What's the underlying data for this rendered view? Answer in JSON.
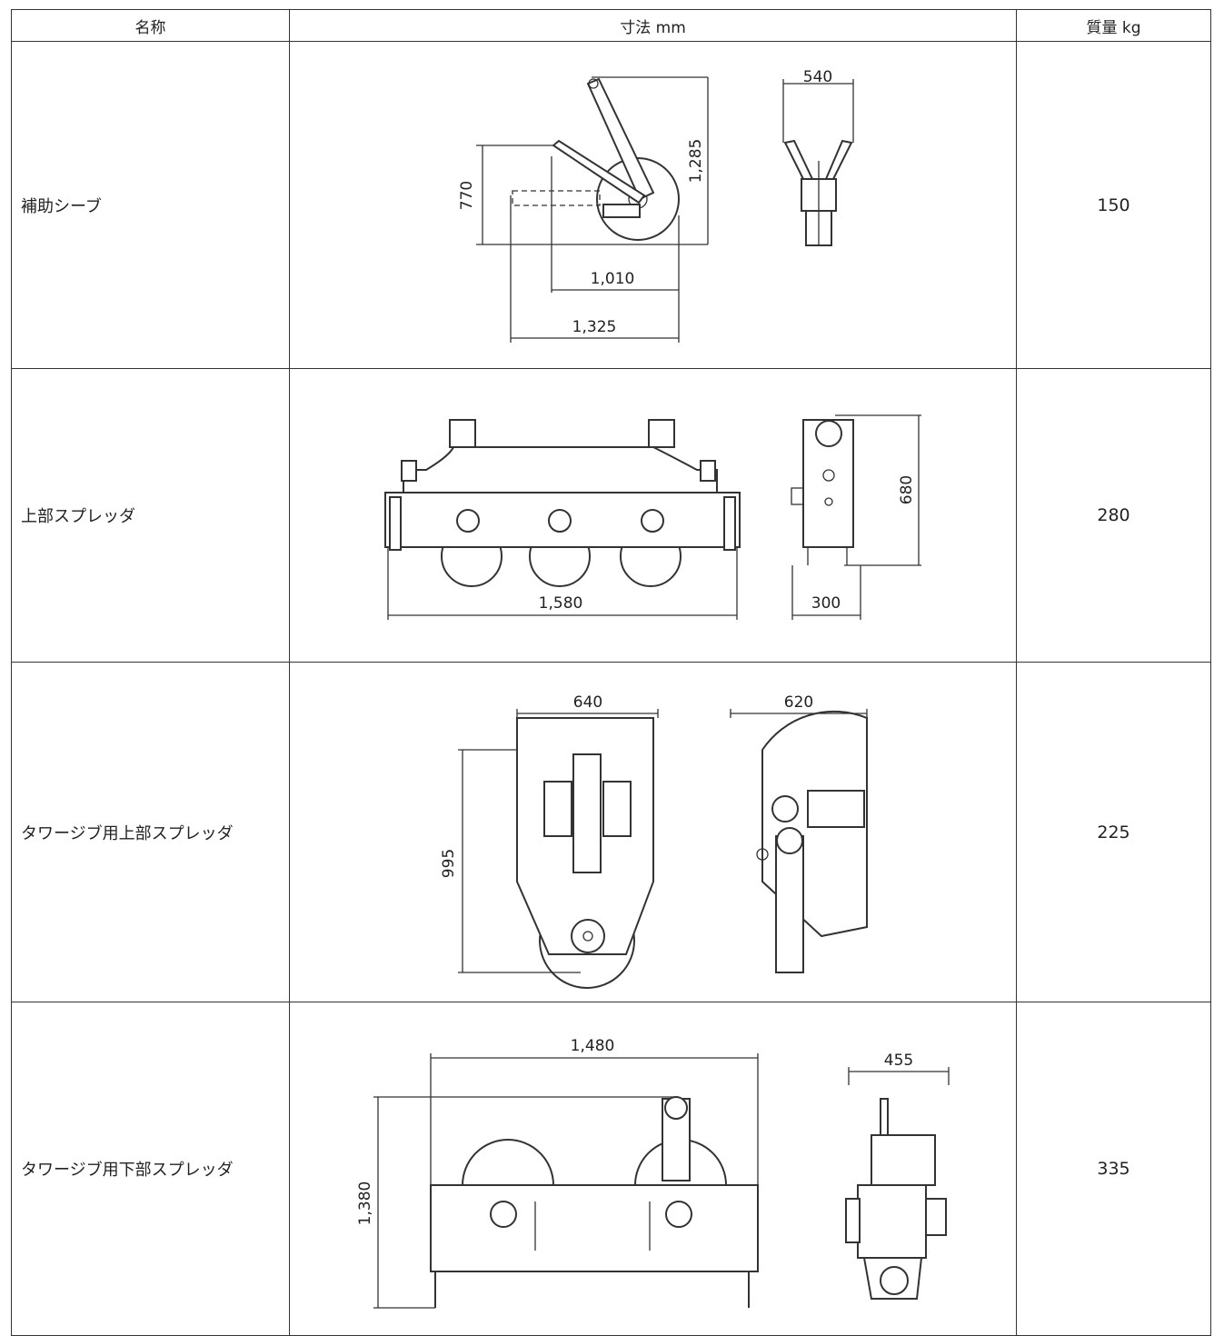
{
  "header": {
    "name": "名称",
    "dimension": "寸法 mm",
    "mass": "質量 kg"
  },
  "rows": [
    {
      "name": "補助シーブ",
      "mass": "150",
      "dims": [
        "540",
        "1,285",
        "770",
        "1,010",
        "1,325"
      ]
    },
    {
      "name": "上部スプレッダ",
      "mass": "280",
      "dims": [
        "1,580",
        "680",
        "300"
      ]
    },
    {
      "name": "タワージブ用上部スプレッダ",
      "mass": "225",
      "dims": [
        "640",
        "620",
        "995"
      ]
    },
    {
      "name": "タワージブ用下部スプレッダ",
      "mass": "335",
      "dims": [
        "1,480",
        "455",
        "1,380"
      ]
    }
  ]
}
